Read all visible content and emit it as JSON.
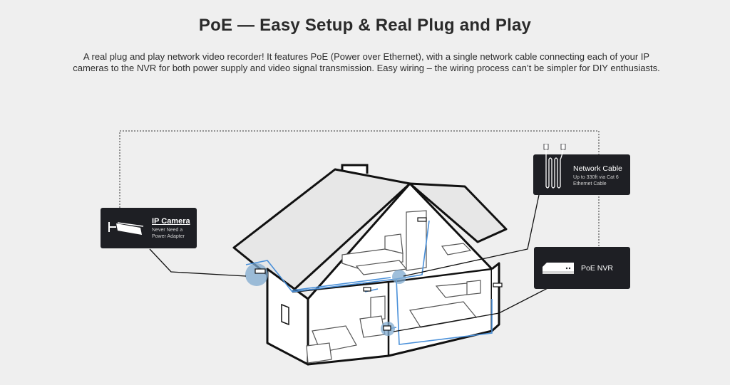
{
  "header": {
    "title": "PoE — Easy Setup & Real Plug and Play",
    "description": "A real plug and play network video recorder! It features PoE (Power over Ethernet), with a single network cable connecting each of your IP cameras to the NVR for both power supply and video signal transmission. Easy wiring – the wiring process can’t be simpler for DIY enthusiasts."
  },
  "labels": {
    "ip_camera": {
      "title": "IP Camera",
      "subtitle": "Never Need a Power Adapter",
      "icon": "camera-icon"
    },
    "network_cable": {
      "title": "Network Cable",
      "subtitle": "Up to 330ft via Cat 6 Ethernet Cable",
      "icon": "cable-icon"
    },
    "poe_nvr": {
      "title": "PoE NVR",
      "icon": "nvr-icon"
    }
  },
  "colors": {
    "background": "#efefef",
    "label_bg": "#1e1f24",
    "cable": "#4a90d9",
    "highlight": "#7fa9cf"
  }
}
